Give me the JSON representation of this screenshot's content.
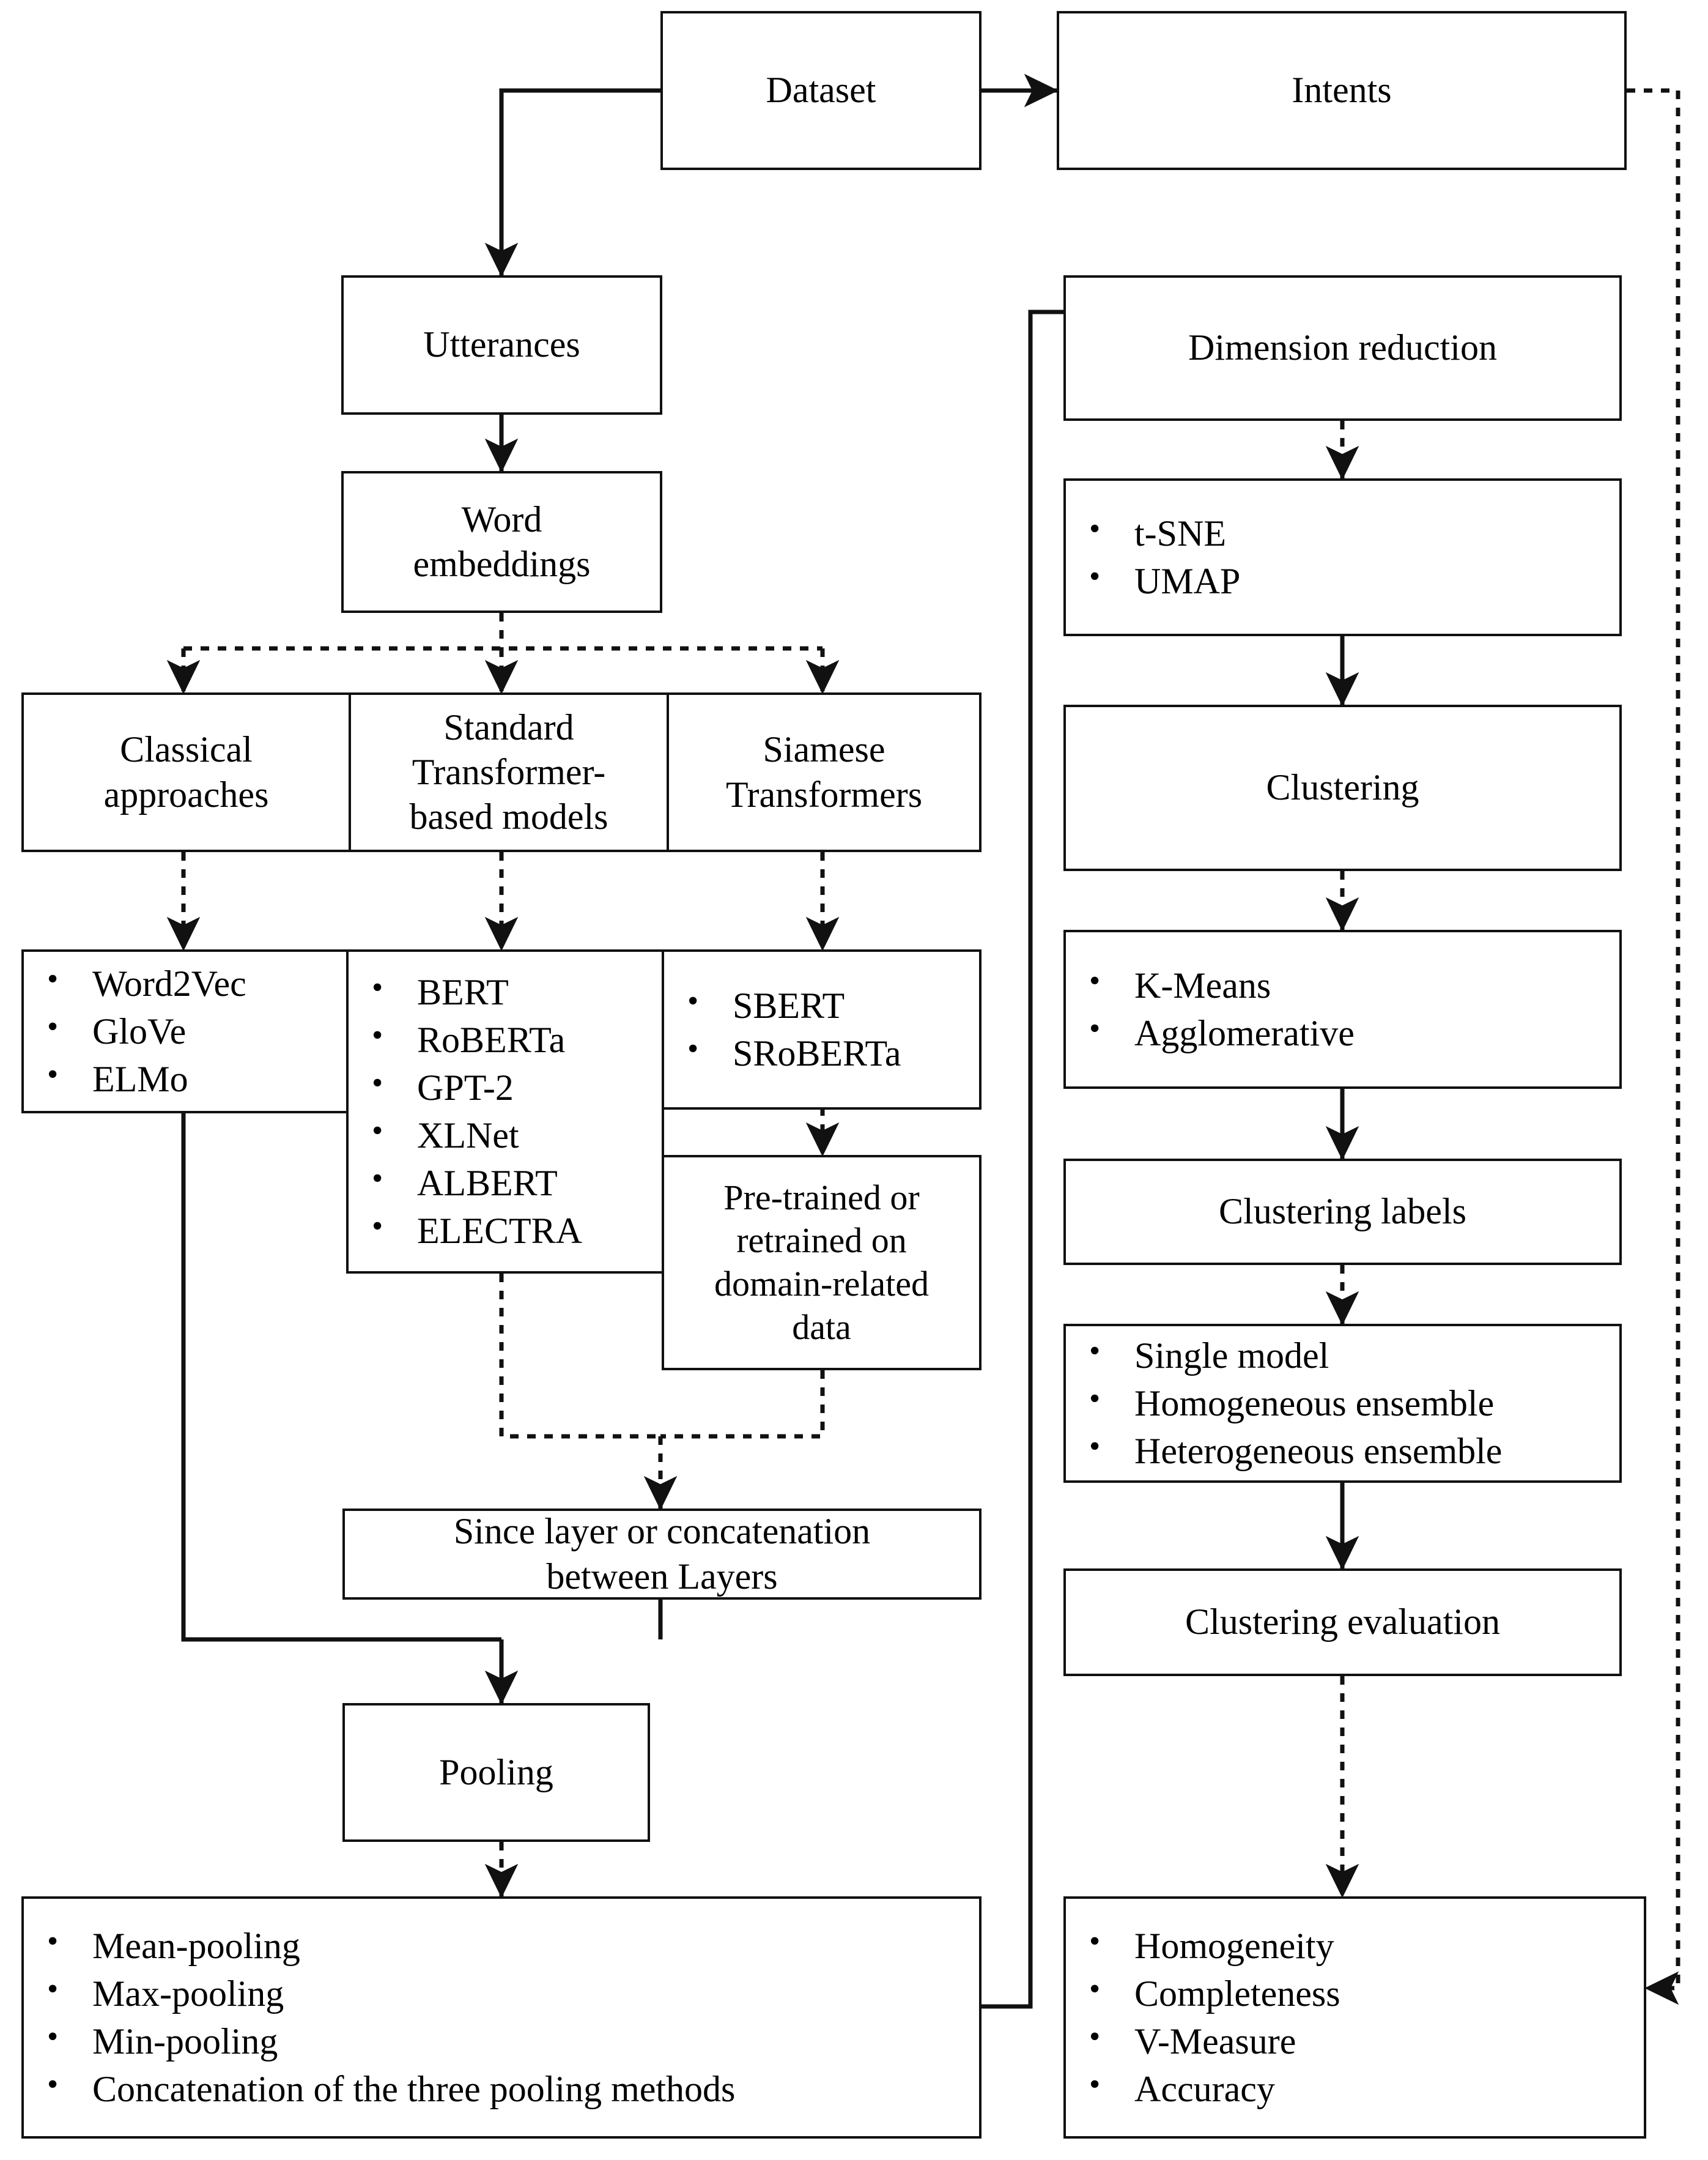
{
  "figure": {
    "type": "flowchart",
    "orientation": "two-column-pipeline",
    "stroke_color": "#111111",
    "background_color": "#ffffff"
  },
  "nodes": {
    "dataset": "Dataset",
    "intents": "Intents",
    "utterances": "Utterances",
    "word_embeddings": "Word\nembeddings",
    "classical_approaches": "Classical\napproaches",
    "standard_transformer_models": "Standard\nTransformer-\nbased models",
    "siamese_transformers": "Siamese\nTransformers",
    "pretrained_or_retrained": "Pre-trained or\nretrained on\ndomain-related\ndata",
    "since_layer": "Since layer or concatenation\nbetween Layers",
    "pooling": "Pooling",
    "dimension_reduction": "Dimension reduction",
    "clustering": "Clustering",
    "clustering_labels": "Clustering labels",
    "clustering_evaluation": "Clustering evaluation"
  },
  "lists": {
    "classical_models": [
      "Word2Vec",
      "GloVe",
      "ELMo"
    ],
    "transformer_models": [
      "BERT",
      "RoBERTa",
      "GPT-2",
      "XLNet",
      "ALBERT",
      "ELECTRA"
    ],
    "siamese_models": [
      "SBERT",
      "SRoBERTa"
    ],
    "pooling_methods": [
      "Mean-pooling",
      "Max-pooling",
      "Min-pooling",
      "Concatenation of the three pooling methods"
    ],
    "dimension_reduction_methods": [
      "t-SNE",
      "UMAP"
    ],
    "clustering_algorithms": [
      "K-Means",
      "Agglomerative"
    ],
    "model_configurations": [
      "Single model",
      "Homogeneous ensemble",
      "Heterogeneous ensemble"
    ],
    "evaluation_metrics": [
      "Homogeneity",
      "Completeness",
      "V-Measure",
      "Accuracy"
    ]
  },
  "edges": [
    {
      "from": "dataset",
      "to": "intents",
      "style": "solid"
    },
    {
      "from": "dataset",
      "to": "utterances",
      "style": "solid"
    },
    {
      "from": "utterances",
      "to": "word_embeddings",
      "style": "solid"
    },
    {
      "from": "word_embeddings",
      "to": "classical_approaches",
      "style": "dotted"
    },
    {
      "from": "word_embeddings",
      "to": "standard_transformer_models",
      "style": "dotted"
    },
    {
      "from": "word_embeddings",
      "to": "siamese_transformers",
      "style": "dotted"
    },
    {
      "from": "classical_approaches",
      "to": "classical_models",
      "style": "dotted"
    },
    {
      "from": "standard_transformer_models",
      "to": "transformer_models",
      "style": "dotted"
    },
    {
      "from": "siamese_transformers",
      "to": "siamese_models",
      "style": "dotted"
    },
    {
      "from": "siamese_models",
      "to": "pretrained_or_retrained",
      "style": "dotted"
    },
    {
      "from": "transformer_models",
      "to": "since_layer",
      "style": "dotted"
    },
    {
      "from": "pretrained_or_retrained",
      "to": "since_layer",
      "style": "dotted"
    },
    {
      "from": "since_layer",
      "to": "pooling",
      "style": "solid"
    },
    {
      "from": "classical_models",
      "to": "pooling",
      "style": "solid"
    },
    {
      "from": "pooling",
      "to": "pooling_methods",
      "style": "dotted"
    },
    {
      "from": "pooling_methods",
      "to": "dimension_reduction",
      "style": "solid"
    },
    {
      "from": "dimension_reduction",
      "to": "dimension_reduction_methods",
      "style": "dotted"
    },
    {
      "from": "dimension_reduction_methods",
      "to": "clustering",
      "style": "solid"
    },
    {
      "from": "clustering",
      "to": "clustering_algorithms",
      "style": "dotted"
    },
    {
      "from": "clustering_algorithms",
      "to": "clustering_labels",
      "style": "solid"
    },
    {
      "from": "clustering_labels",
      "to": "model_configurations",
      "style": "dotted"
    },
    {
      "from": "model_configurations",
      "to": "clustering_evaluation",
      "style": "solid"
    },
    {
      "from": "clustering_evaluation",
      "to": "evaluation_metrics",
      "style": "dotted"
    },
    {
      "from": "intents",
      "to": "evaluation_metrics",
      "style": "dotted"
    }
  ]
}
